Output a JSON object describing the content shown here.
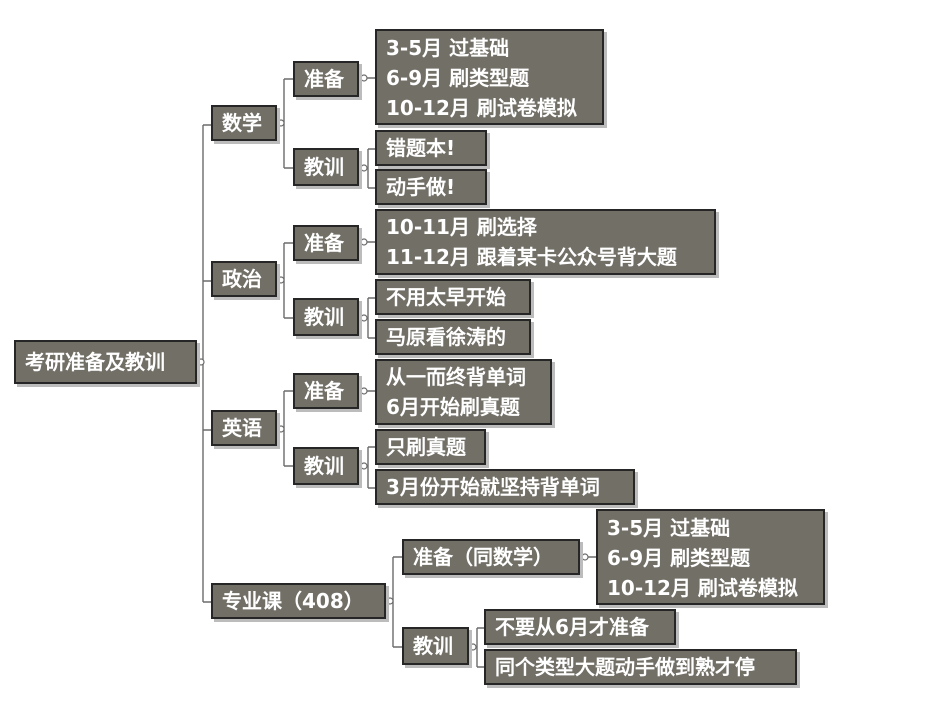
{
  "root": {
    "label": "考研准备及教训"
  },
  "subjects": [
    {
      "label": "数学",
      "prep": {
        "label": "准备",
        "items": [
          "3-5月 过基础",
          "6-9月 刷类型题",
          "10-12月 刷试卷模拟"
        ]
      },
      "lesson": {
        "label": "教训",
        "items": [
          "错题本!",
          "动手做!"
        ]
      }
    },
    {
      "label": "政治",
      "prep": {
        "label": "准备",
        "items": [
          "10-11月 刷选择",
          "11-12月 跟着某卡公众号背大题"
        ]
      },
      "lesson": {
        "label": "教训",
        "items": [
          "不用太早开始",
          "马原看徐涛的"
        ]
      }
    },
    {
      "label": "英语",
      "prep": {
        "label": "准备",
        "items": [
          "从一而终背单词",
          "6月开始刷真题"
        ]
      },
      "lesson": {
        "label": "教训",
        "items": [
          "只刷真题",
          "3月份开始就坚持背单词"
        ]
      }
    },
    {
      "label": "专业课（408）",
      "prep": {
        "label": "准备（同数学）",
        "items": [
          "3-5月 过基础",
          "6-9月 刷类型题",
          "10-12月 刷试卷模拟"
        ]
      },
      "lesson": {
        "label": "教训",
        "items": [
          "不要从6月才准备",
          "同个类型大题动手做到熟才停"
        ]
      }
    }
  ],
  "colors": {
    "node_fill": "#726f67",
    "node_border": "#262626",
    "node_text": "#ffffff",
    "connector": "#5a5a5a"
  }
}
